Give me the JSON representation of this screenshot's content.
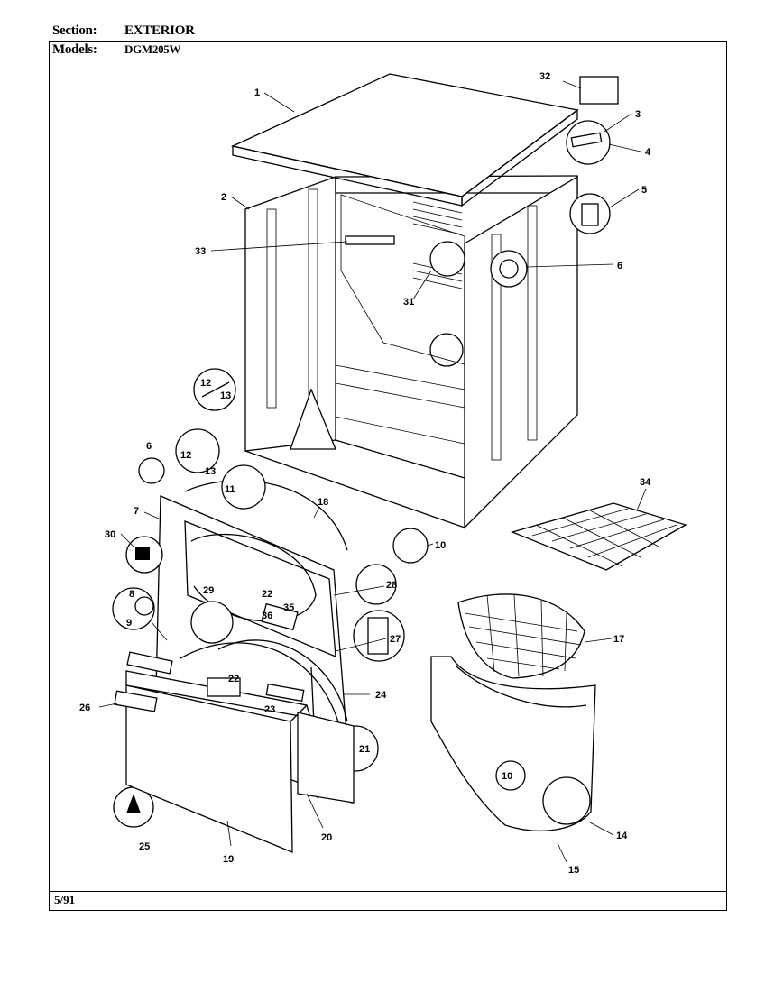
{
  "header": {
    "section_label": "Section:",
    "section_value": "EXTERIOR",
    "models_label": "Models:",
    "models_value": "DGM205W"
  },
  "footer": {
    "date": "5/91"
  },
  "callouts": [
    {
      "id": "c1",
      "text": "1"
    },
    {
      "id": "c2",
      "text": "2"
    },
    {
      "id": "c3",
      "text": "3"
    },
    {
      "id": "c4",
      "text": "4"
    },
    {
      "id": "c5",
      "text": "5"
    },
    {
      "id": "c6a",
      "text": "6"
    },
    {
      "id": "c6b",
      "text": "6"
    },
    {
      "id": "c7",
      "text": "7"
    },
    {
      "id": "c8",
      "text": "8"
    },
    {
      "id": "c9",
      "text": "9"
    },
    {
      "id": "c10a",
      "text": "10"
    },
    {
      "id": "c10b",
      "text": "10"
    },
    {
      "id": "c11",
      "text": "11"
    },
    {
      "id": "c12a",
      "text": "12"
    },
    {
      "id": "c12b",
      "text": "12"
    },
    {
      "id": "c13a",
      "text": "13"
    },
    {
      "id": "c13b",
      "text": "13"
    },
    {
      "id": "c14",
      "text": "14"
    },
    {
      "id": "c15",
      "text": "15"
    },
    {
      "id": "c17",
      "text": "17"
    },
    {
      "id": "c18",
      "text": "18"
    },
    {
      "id": "c19",
      "text": "19"
    },
    {
      "id": "c20",
      "text": "20"
    },
    {
      "id": "c21",
      "text": "21"
    },
    {
      "id": "c22a",
      "text": "22"
    },
    {
      "id": "c22b",
      "text": "22"
    },
    {
      "id": "c23",
      "text": "23"
    },
    {
      "id": "c24",
      "text": "24"
    },
    {
      "id": "c25",
      "text": "25"
    },
    {
      "id": "c26",
      "text": "26"
    },
    {
      "id": "c27",
      "text": "27"
    },
    {
      "id": "c28",
      "text": "28"
    },
    {
      "id": "c29",
      "text": "29"
    },
    {
      "id": "c30",
      "text": "30"
    },
    {
      "id": "c31",
      "text": "31"
    },
    {
      "id": "c32",
      "text": "32"
    },
    {
      "id": "c33",
      "text": "33"
    },
    {
      "id": "c34",
      "text": "34"
    },
    {
      "id": "c35",
      "text": "35"
    },
    {
      "id": "c36",
      "text": "36"
    }
  ]
}
